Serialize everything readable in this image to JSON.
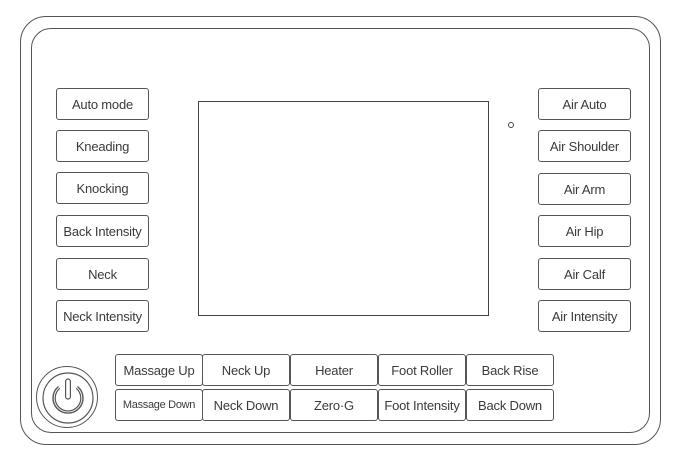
{
  "left_buttons": [
    "Auto mode",
    "Kneading",
    "Knocking",
    "Back Intensity",
    "Neck",
    "Neck Intensity"
  ],
  "right_buttons": [
    "Air Auto",
    "Air Shoulder",
    "Air Arm",
    "Air Hip",
    "Air Calf",
    "Air Intensity"
  ],
  "bottom_top_row": [
    "Massage Up",
    "Neck Up",
    "Heater",
    "Foot Roller",
    "Back Rise"
  ],
  "bottom_bottom_row": [
    "Massage Down",
    "Neck Down",
    "Zero·G",
    "Foot Intensity",
    "Back Down"
  ],
  "icons": {
    "power": "power-icon",
    "indicator": "indicator-led"
  }
}
